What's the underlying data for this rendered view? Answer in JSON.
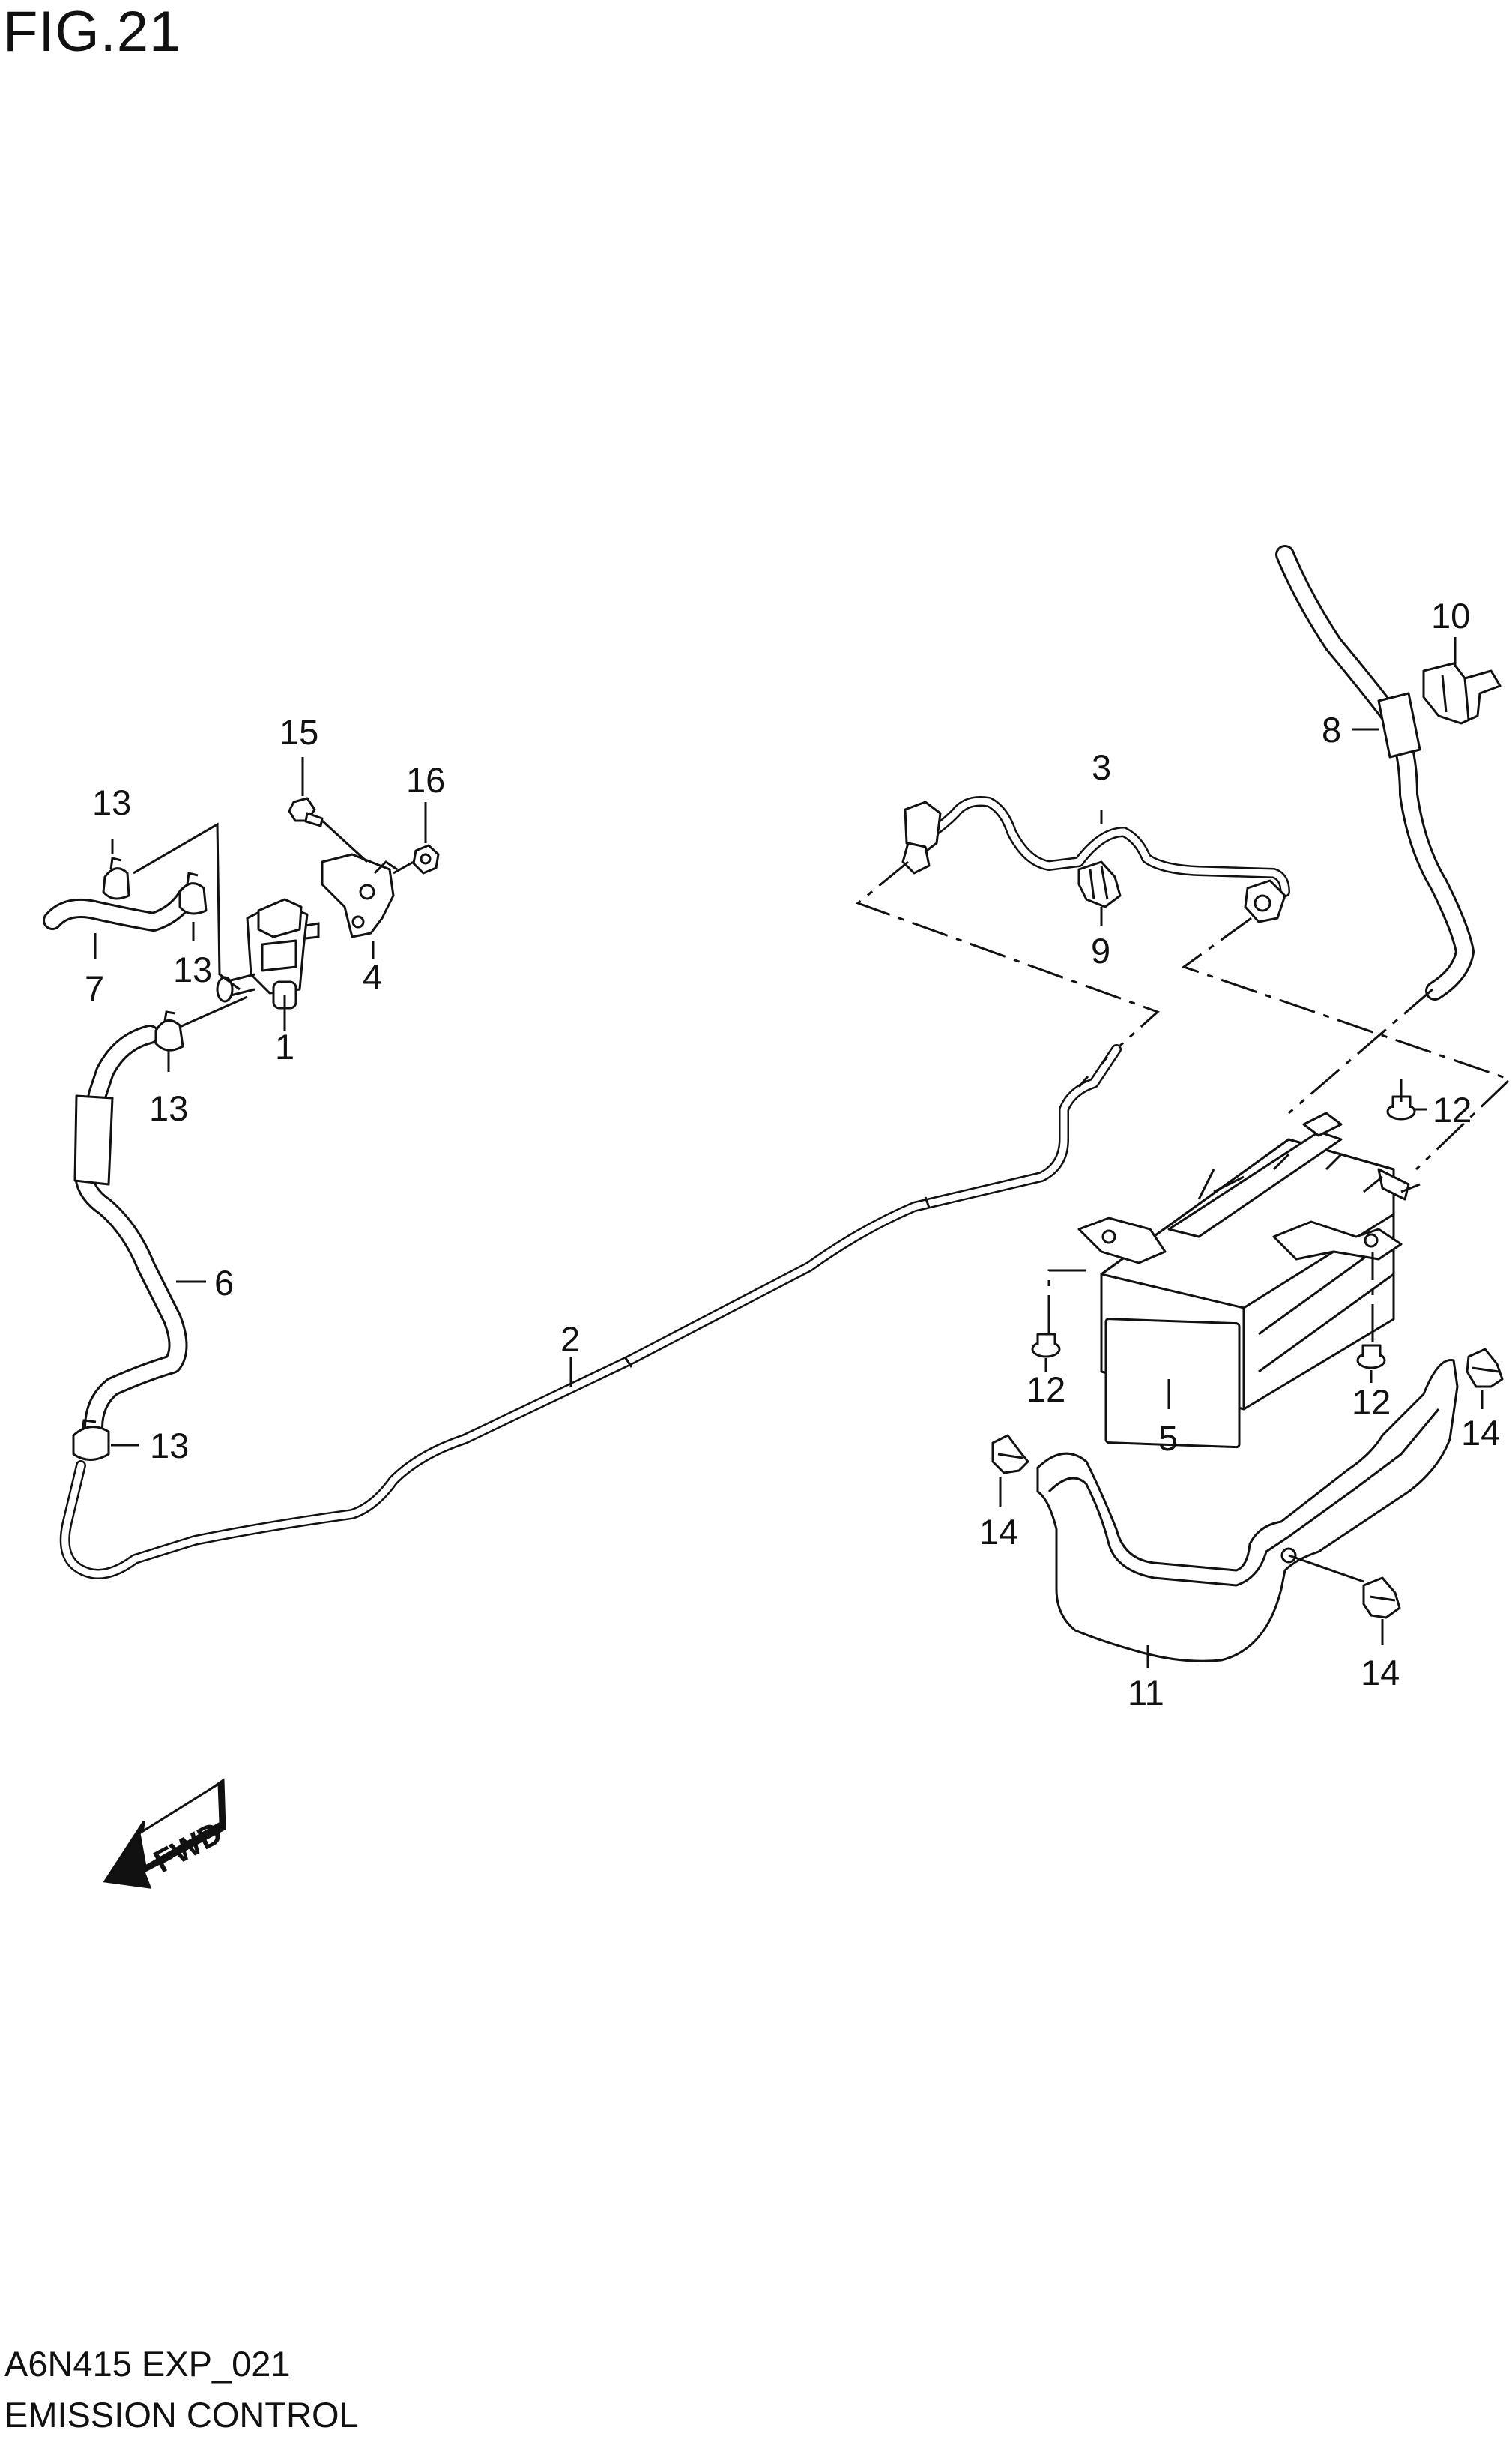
{
  "figure_title": "FIG.21",
  "footer": {
    "code": "A6N415 EXP_021",
    "name": "EMISSION CONTROL"
  },
  "fwd_label": "FWD",
  "callouts": [
    "1",
    "2",
    "3",
    "4",
    "5",
    "6",
    "7",
    "8",
    "9",
    "10",
    "11",
    "12",
    "13",
    "14",
    "15",
    "16"
  ],
  "colors": {
    "ink": "#111111",
    "background": "#ffffff"
  }
}
